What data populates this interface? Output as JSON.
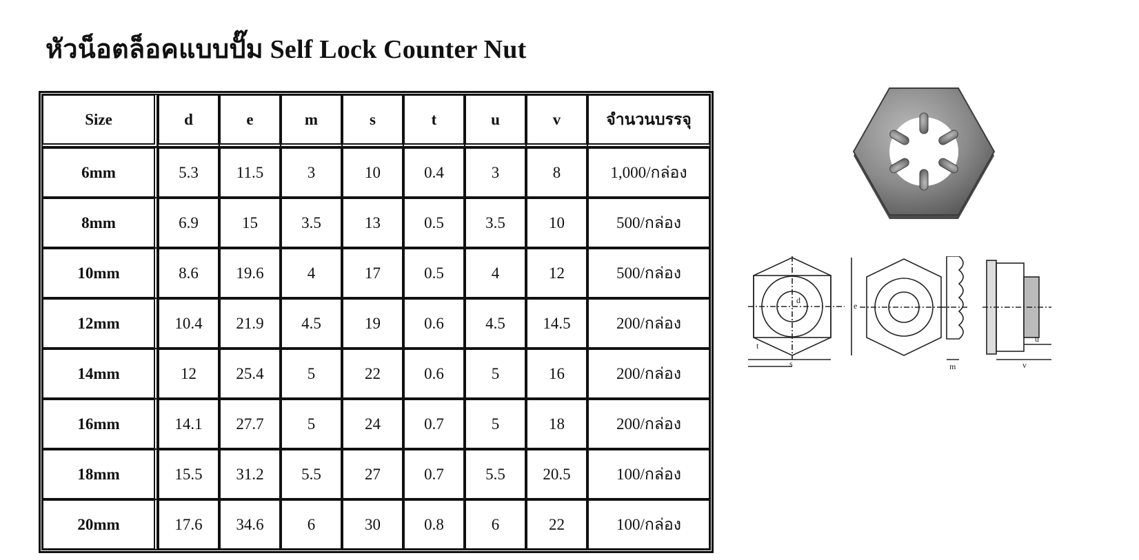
{
  "title": "หัวน็อตล็อคแบบปั๊ม  Self Lock Counter Nut",
  "table": {
    "headers": [
      "Size",
      "d",
      "e",
      "m",
      "s",
      "t",
      "u",
      "v",
      "จำนวนบรรจุ"
    ],
    "rows": [
      [
        "6mm",
        "5.3",
        "11.5",
        "3",
        "10",
        "0.4",
        "3",
        "8",
        "1,000/กล่อง"
      ],
      [
        "8mm",
        "6.9",
        "15",
        "3.5",
        "13",
        "0.5",
        "3.5",
        "10",
        "500/กล่อง"
      ],
      [
        "10mm",
        "8.6",
        "19.6",
        "4",
        "17",
        "0.5",
        "4",
        "12",
        "500/กล่อง"
      ],
      [
        "12mm",
        "10.4",
        "21.9",
        "4.5",
        "19",
        "0.6",
        "4.5",
        "14.5",
        "200/กล่อง"
      ],
      [
        "14mm",
        "12",
        "25.4",
        "5",
        "22",
        "0.6",
        "5",
        "16",
        "200/กล่อง"
      ],
      [
        "16mm",
        "14.1",
        "27.7",
        "5",
        "24",
        "0.7",
        "5",
        "18",
        "200/กล่อง"
      ],
      [
        "18mm",
        "15.5",
        "31.2",
        "5.5",
        "27",
        "0.7",
        "5.5",
        "20.5",
        "100/กล่อง"
      ],
      [
        "20mm",
        "17.6",
        "34.6",
        "6",
        "30",
        "0.8",
        "6",
        "22",
        "100/กล่อง"
      ]
    ]
  },
  "drawing": {
    "labels": {
      "d": "d",
      "e": "e",
      "s": "s",
      "t": "t",
      "m": "m",
      "u": "u",
      "v": "v"
    }
  }
}
